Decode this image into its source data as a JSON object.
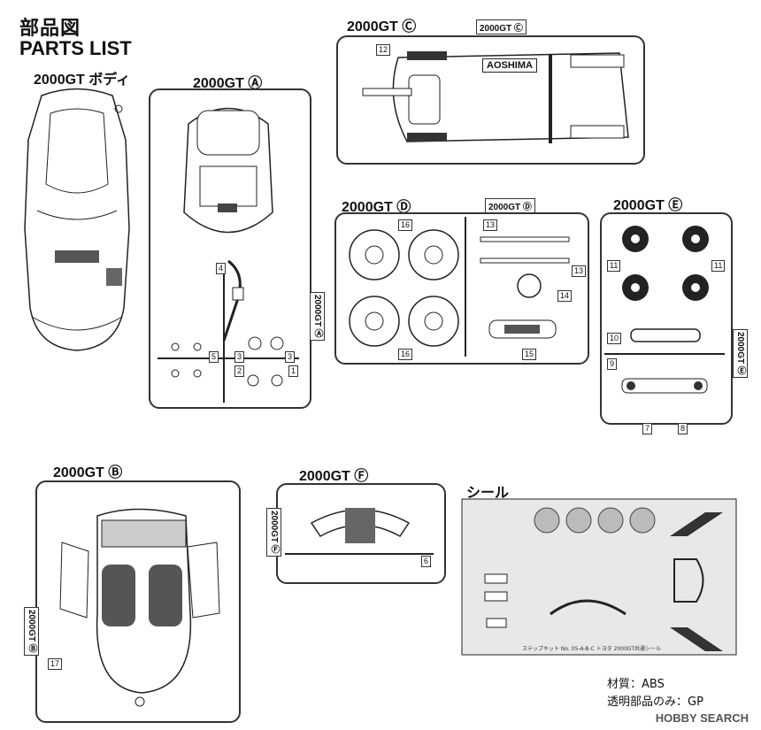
{
  "header": {
    "title_jp": "部品図",
    "title_en": "PARTS LIST"
  },
  "panels": {
    "body": {
      "label": "2000GT ボディ"
    },
    "A": {
      "label": "2000GT Ⓐ",
      "tag": "2000GT Ⓐ",
      "parts": [
        "4",
        "5",
        "3",
        "2",
        "3",
        "1"
      ]
    },
    "C": {
      "label": "2000GT Ⓒ",
      "tag": "2000GT Ⓒ",
      "brand": "AOSHIMA",
      "parts": [
        "12"
      ]
    },
    "D": {
      "label": "2000GT Ⓓ",
      "tag": "2000GT Ⓓ",
      "parts": [
        "16",
        "16",
        "13",
        "13",
        "14",
        "15"
      ]
    },
    "E": {
      "label": "2000GT Ⓔ",
      "tag": "2000GT Ⓔ",
      "parts": [
        "11",
        "11",
        "10",
        "9",
        "7",
        "8"
      ]
    },
    "B": {
      "label": "2000GT Ⓑ",
      "tag": "2000GT Ⓑ",
      "parts": [
        "17"
      ]
    },
    "F": {
      "label": "2000GT Ⓕ",
      "tag": "2000GT Ⓕ",
      "parts": [
        "6"
      ]
    },
    "decal": {
      "label": "シール",
      "caption": "ステップキット No. 05-A-B-C トヨタ 2000GT共通シール"
    }
  },
  "footer": {
    "material": "材質：ABS",
    "clear_parts": "透明部品のみ：GP"
  },
  "watermark": "HOBBY SEARCH"
}
